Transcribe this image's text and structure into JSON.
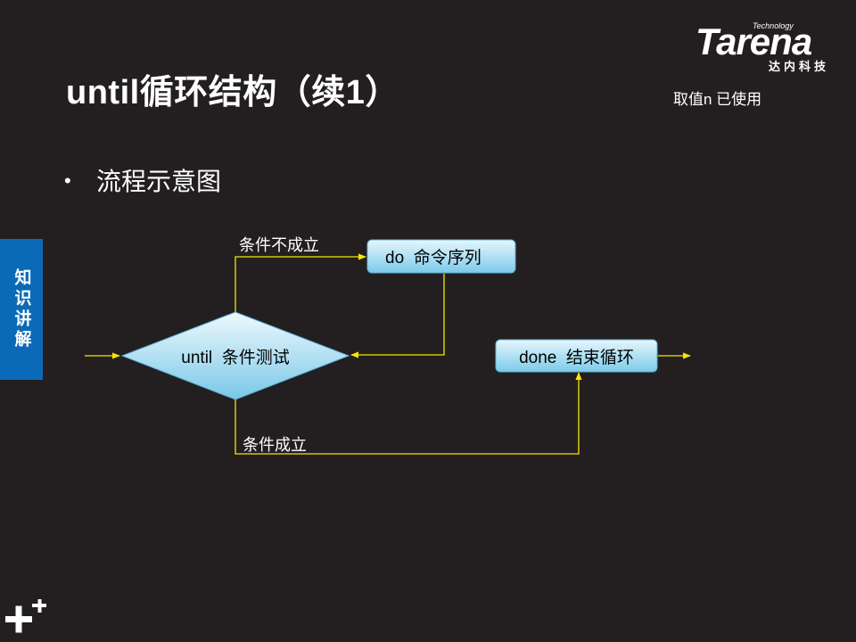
{
  "slide": {
    "title": "until循环结构（续1）"
  },
  "logo": {
    "brand": "Tarena",
    "tagline": "Technology",
    "chinese": "达内科技"
  },
  "note": "取值n 已使用",
  "bullet": "流程示意图",
  "side_tab": "知识讲解",
  "flowchart": {
    "condition": "until  条件测试",
    "do_box": "do  命令序列",
    "done_box": "done  结束循环",
    "label_false": "条件不成立",
    "label_true": "条件成立"
  },
  "colors": {
    "background": "#231f20",
    "arrow": "#f5e600",
    "side_tab": "#0b6ab8"
  }
}
